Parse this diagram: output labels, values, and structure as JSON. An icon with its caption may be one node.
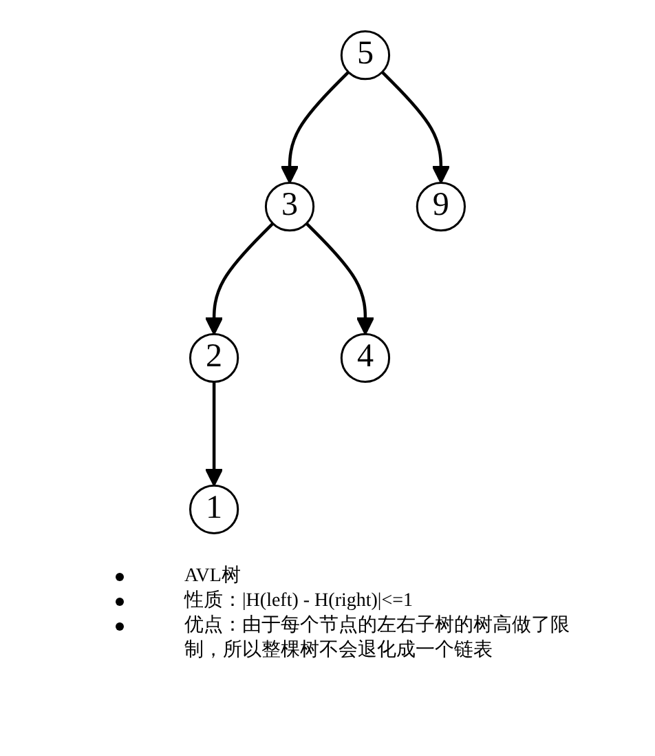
{
  "diagram": {
    "nodes": [
      {
        "text": [
          "5"
        ]
      },
      {
        "text": [
          "3"
        ]
      },
      {
        "text": [
          "9"
        ]
      },
      {
        "text": [
          "2"
        ]
      },
      {
        "text": [
          "4"
        ]
      },
      {
        "text": [
          "1"
        ]
      }
    ],
    "edges": [
      {
        "from": 0,
        "to": 1,
        "arrow": "to"
      },
      {
        "from": 0,
        "to": 2,
        "arrow": "to"
      },
      {
        "from": 1,
        "to": 3,
        "arrow": "to"
      },
      {
        "from": 1,
        "to": 4,
        "arrow": "to"
      },
      {
        "from": 3,
        "to": 5,
        "arrow": "to"
      }
    ],
    "labels": [
      "AVL树",
      "性质：|H(left) - H(right)|<=1",
      "优点：由于每个节点的左右子树的树高做了限制，所以整棵树不会退化成一个链表"
    ]
  }
}
